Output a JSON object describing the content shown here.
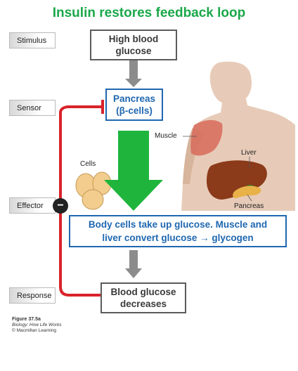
{
  "title": "Insulin restores feedback loop",
  "stages": {
    "stimulus": "Stimulus",
    "sensor": "Sensor",
    "effector": "Effector",
    "response": "Response"
  },
  "boxes": {
    "stimulus_line1": "High blood",
    "stimulus_line2": "glucose",
    "sensor_line1": "Pancreas",
    "sensor_line2": "(β-cells)",
    "effector_line1": "Body cells take up glucose. Muscle and",
    "effector_line2": "liver convert glucose → glycogen",
    "response_line1": "Blood glucose",
    "response_line2": "decreases"
  },
  "labels": {
    "cells": "Cells",
    "muscle": "Muscle",
    "liver": "Liver",
    "pancreas": "Pancreas"
  },
  "feedback_symbol": "−",
  "credit": {
    "figure": "Figure 37.5a",
    "book": "Biology: How Life Works",
    "publisher": "© Macmillan Learning"
  },
  "colors": {
    "title": "#1aa84a",
    "feedback_line": "#d9232a",
    "box_blue": "#1f67b0",
    "big_arrow": "#1fb53d",
    "gray_arrow": "#8c8c8c"
  }
}
